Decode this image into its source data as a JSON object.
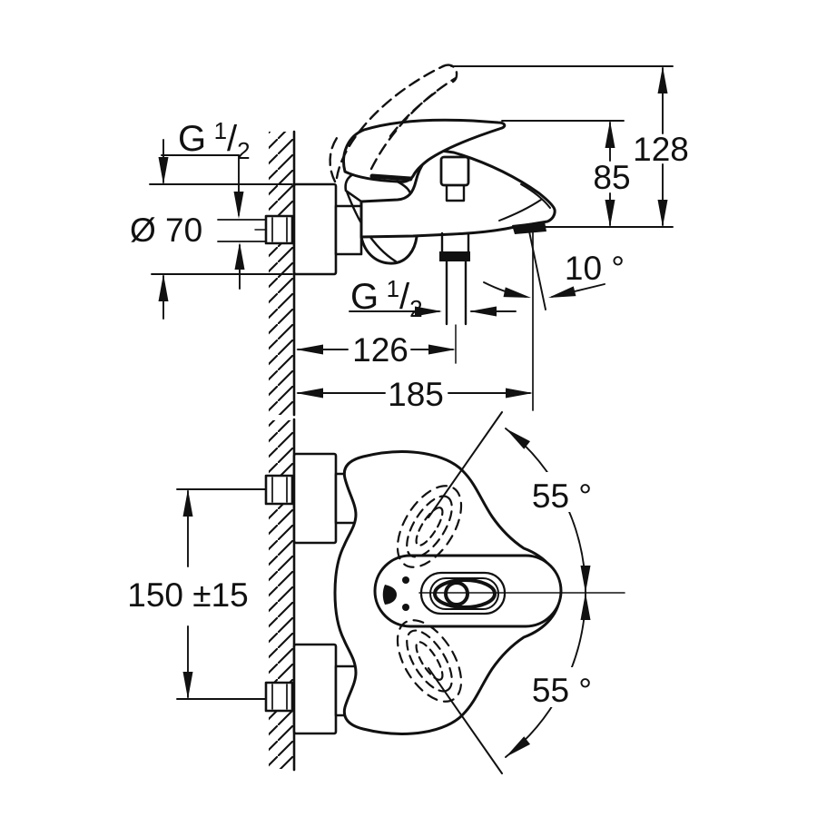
{
  "background": "#ffffff",
  "line_color": "#111111",
  "views": {
    "side": {
      "wall_thread": {
        "prefix": "G",
        "numerator": "1",
        "slash": "/",
        "denominator": "2"
      },
      "escutcheon_diameter": "Ø 70",
      "overall_height": "128",
      "spout_to_handle_height": "85",
      "spout_angle": "10 °",
      "shower_outlet_thread": {
        "prefix": "G",
        "numerator": "1",
        "slash": "/",
        "denominator": "2"
      },
      "wall_to_outlet": "126",
      "wall_to_spout_tip": "185"
    },
    "front": {
      "inlet_spacing": "150 ±15",
      "handle_swing_upper": "55 °",
      "handle_swing_lower": "55 °"
    }
  }
}
